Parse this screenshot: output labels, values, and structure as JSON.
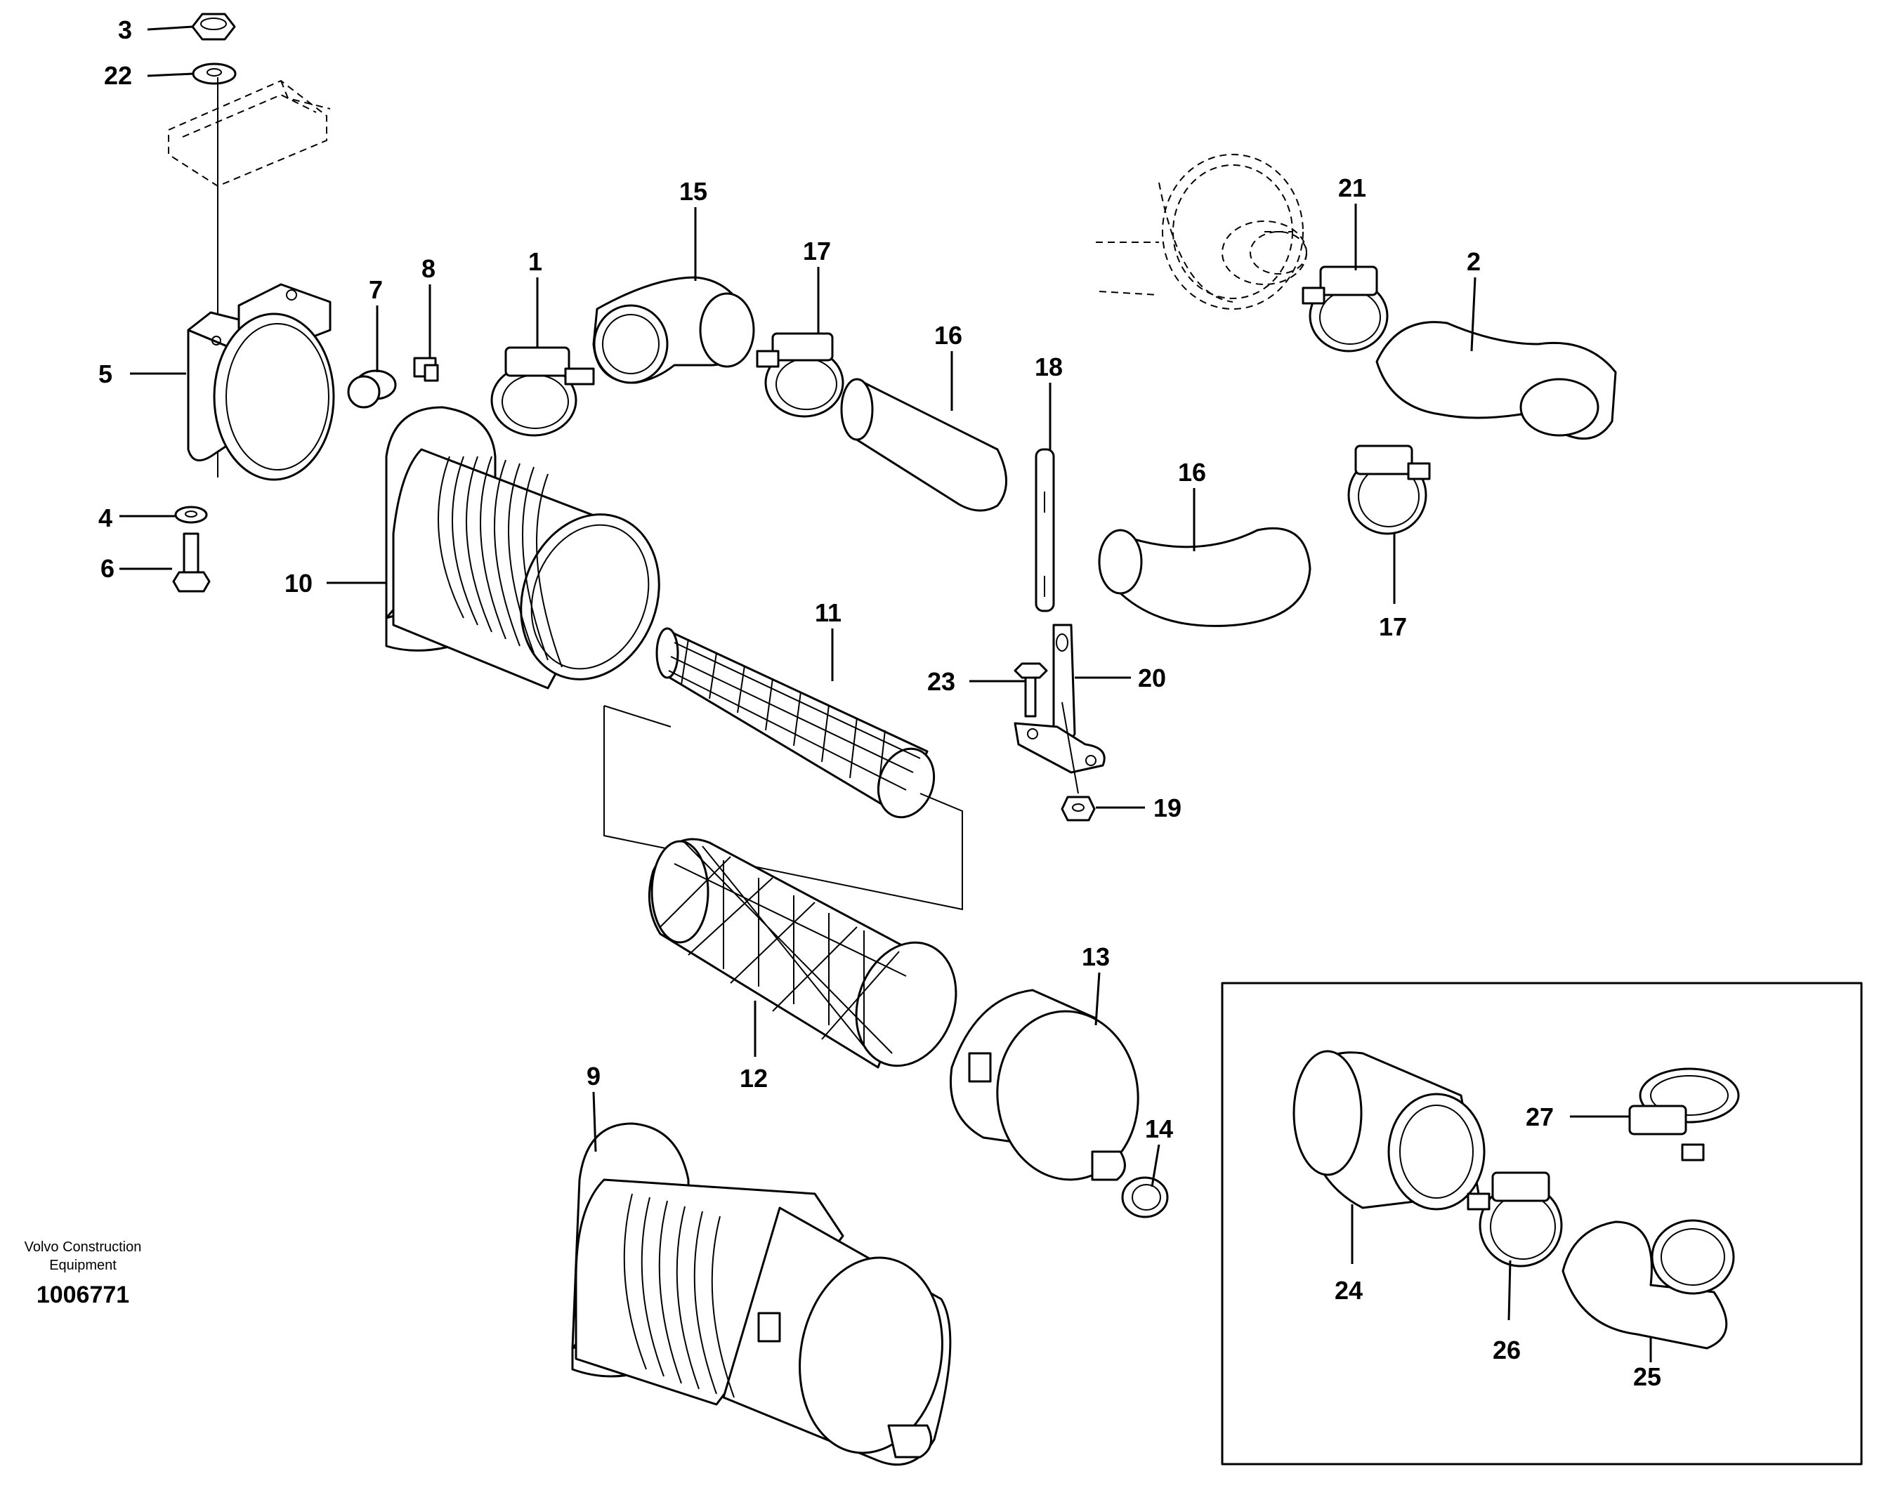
{
  "diagram": {
    "callouts": {
      "c1": "1",
      "c2": "2",
      "c3": "3",
      "c4": "4",
      "c5": "5",
      "c6": "6",
      "c7": "7",
      "c8": "8",
      "c9": "9",
      "c10": "10",
      "c11": "11",
      "c12": "12",
      "c13": "13",
      "c14": "14",
      "c15": "15",
      "c16a": "16",
      "c16b": "16",
      "c17a": "17",
      "c17b": "17",
      "c18": "18",
      "c19": "19",
      "c20": "20",
      "c21": "21",
      "c22": "22",
      "c23": "23",
      "c24": "24",
      "c25": "25",
      "c26": "26",
      "c27": "27"
    },
    "credit_line1": "Volvo Construction",
    "credit_line2": "Equipment",
    "document_number": "1006771"
  }
}
